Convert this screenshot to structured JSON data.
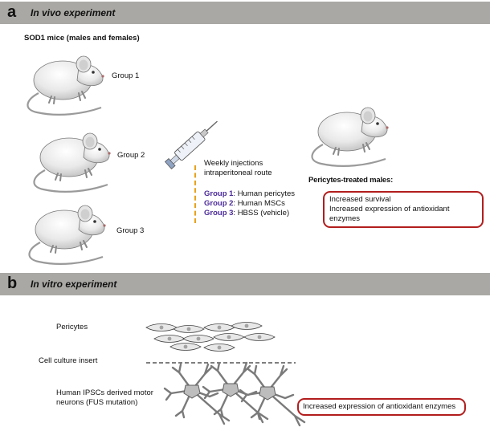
{
  "panel_a": {
    "letter": "a",
    "title": "In vivo experiment",
    "mice_label": "SOD1 mice (males and females)",
    "groups": [
      "Group 1",
      "Group 2",
      "Group 3"
    ],
    "injection_line1": "Weekly injections",
    "injection_line2": "intraperitoneal route",
    "treatments": [
      {
        "group": "Group 1",
        "text": ": Human pericytes"
      },
      {
        "group": "Group 2",
        "text": ": Human MSCs"
      },
      {
        "group": "Group 3",
        "text": ": HBSS (vehicle)"
      }
    ],
    "treated_label": "Pericytes-treated males:",
    "outcomes": [
      "Increased survival",
      "Increased expression of antioxidant enzymes"
    ]
  },
  "panel_b": {
    "letter": "b",
    "title": "In vitro experiment",
    "pericytes_label": "Pericytes",
    "insert_label": "Cell culture insert",
    "neurons_line1": "Human IPSCs derived motor",
    "neurons_line2": "neurons (FUS mutation)",
    "outcome": "Increased expression of antioxidant enzymes"
  },
  "colors": {
    "band": "#a9a8a4",
    "group_label": "#4b2a9a",
    "outcome_border": "#b21d1d",
    "dashed_line": "#e8a21a",
    "neuron": "#7a7a7a"
  }
}
